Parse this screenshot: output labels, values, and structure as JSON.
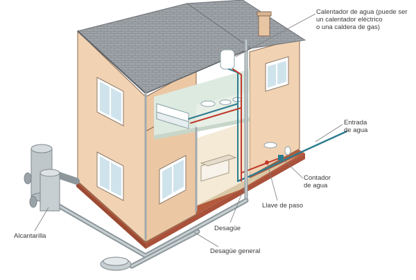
{
  "labels": {
    "heater": [
      "Calentador de agua (puede ser",
      "un calentador eléctrico",
      "o una caldera de gas)"
    ],
    "water_inlet": [
      "Entrada",
      "de agua"
    ],
    "meter": [
      "Contador",
      "de agua"
    ],
    "shutoff_valve": "Llave de paso",
    "drain": "Desagüe",
    "main_drain": "Desagüe general",
    "sewer": "Alcantarilla"
  },
  "colors": {
    "wall": "#f1d2b2",
    "wall_shade": "#e2b994",
    "roof": "#9aa0a5",
    "pipe_cold": "#2c7b8f",
    "pipe_hot": "#c0392b",
    "drain_pipe": "#9aa4a8",
    "leader": "#7a7a7a"
  }
}
